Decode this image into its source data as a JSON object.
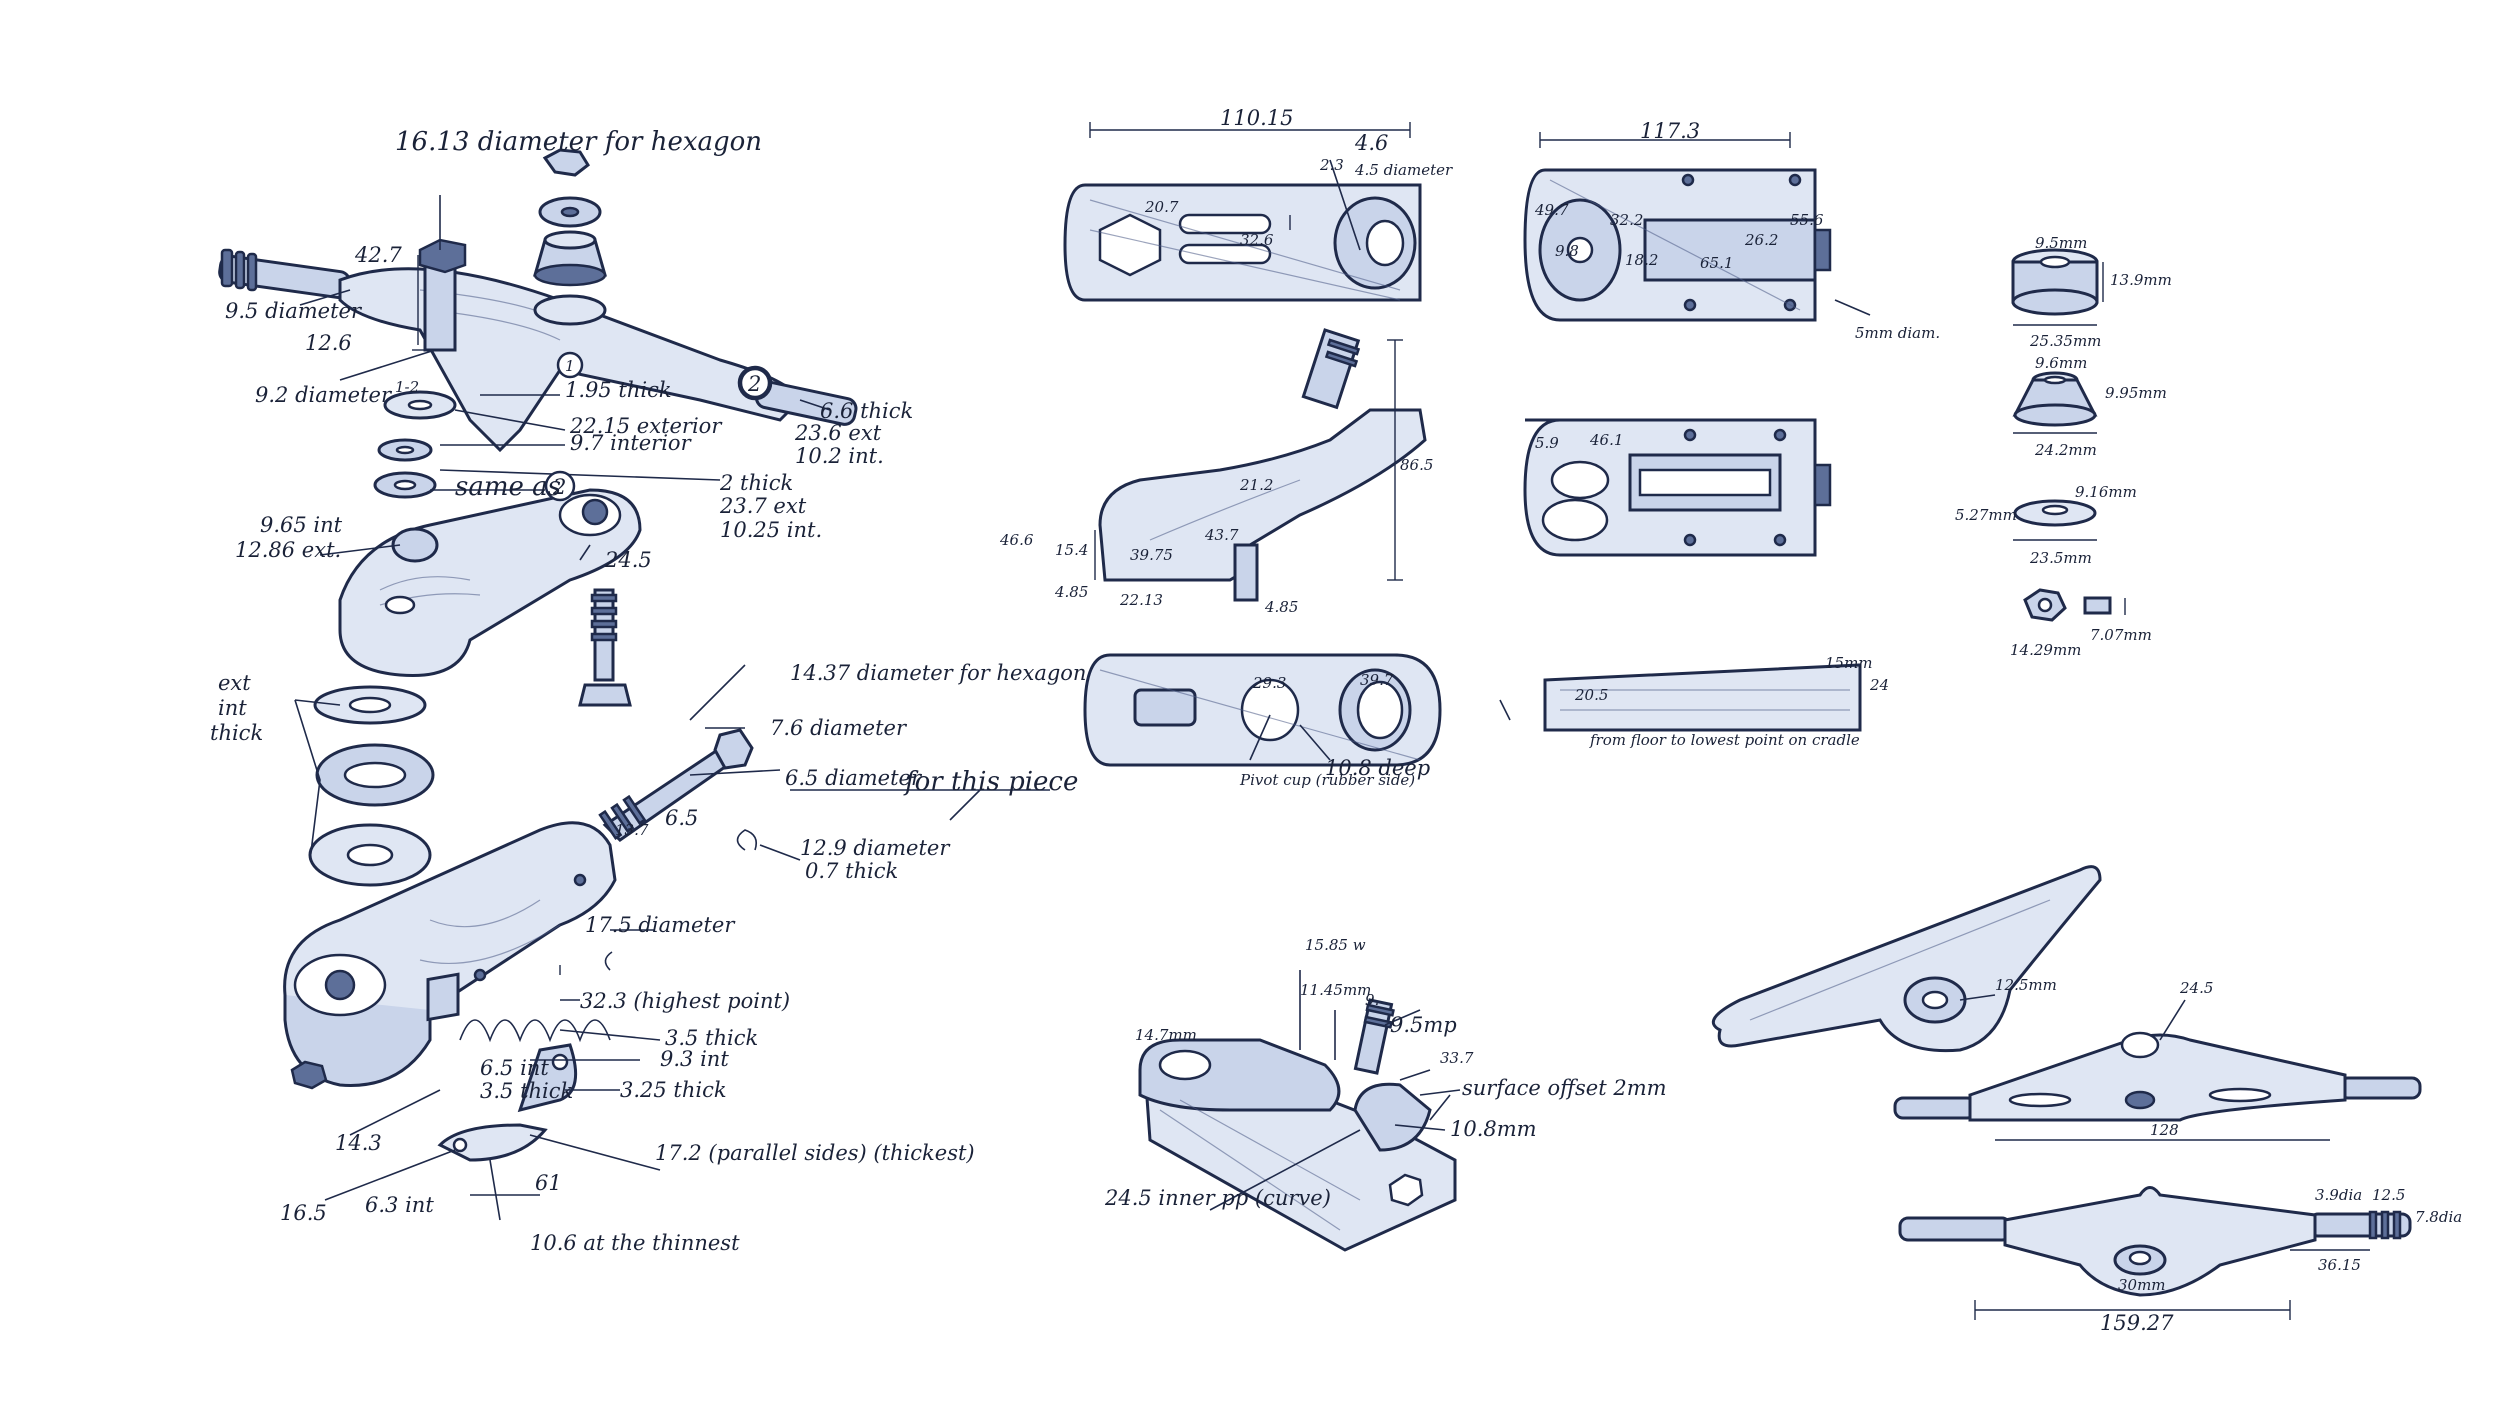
{
  "exploded_view": {
    "labels": {
      "hex_diameter": "16.13 diameter for hexagon",
      "d42_7": "42.7",
      "d9_5": "9.5 diameter",
      "d12_6": "12.6",
      "d9_2": "9.2 diameter",
      "d1_2": "1-2",
      "d1_95": "1.95 thick",
      "d22_15": "22.15 exterior",
      "d9_7": "9.7 interior",
      "d6_6": "6.6 thick",
      "d23_6": "23.6 ext",
      "d10_2": "10.2 int.",
      "d2_thick": "2 thick",
      "same_as": "same as",
      "d23_7": "23.7 ext",
      "d10_25": "10.25 int.",
      "d9_65": "9.65 int",
      "d12_86": "12.86 ext.",
      "d24_5": "24.5",
      "ext": "ext",
      "int": "int",
      "thick": "thick",
      "d14_37": "14.37 diameter for hexagon",
      "d7_6": "7.6 diameter",
      "d6_5dia": "6.5 diameter",
      "for_piece": "for this piece",
      "d13_7": "13.7",
      "d6_5": "6.5",
      "d12_9": "12.9 diameter",
      "d0_7": "0.7 thick",
      "d17_5": "17.5 diameter",
      "d32_3": "32.3 (highest point)",
      "d3_5": "3.5 thick",
      "d6_5int": "6.5 int",
      "d3_5thick": "3.5 thick",
      "d9_3": "9.3 int",
      "d3_25": "3.25 thick",
      "d14_3": "14.3",
      "d17_2": "17.2 (parallel sides) (thickest)",
      "d16_5": "16.5",
      "d6_3": "6.3 int",
      "d61": "61",
      "d10_6": "10.6 at the thinnest",
      "circle1": "1",
      "circle2": "2"
    }
  },
  "top_views": {
    "labels": {
      "w110": "110.15",
      "d2_3": "2.3",
      "d4_6": "4.6",
      "d4_5": "4.5 diameter",
      "d20_7": "20.7",
      "d32_6": "32.6",
      "w117": "117.3",
      "d49_7": "49.7",
      "d32_2": "32.2",
      "d55_6": "55.6",
      "d26_2": "26.2",
      "d65_1": "65.1",
      "d9_8": "9.8",
      "d18": "18.2",
      "d5mm": "5mm diam.",
      "d86_5": "86.5",
      "d21_2": "21.2",
      "d46_6": "46.6",
      "d15_4": "15.4",
      "d39_75": "39.75",
      "d4_85a": "4.85",
      "d22_13": "22.13",
      "d4_85b": "4.85",
      "d43_7": "43.7",
      "d5_9": "5.9",
      "d46_1": "46.1",
      "d20_5": "20.5",
      "d15mm": "15mm",
      "d24": "24",
      "note_tall": "from floor to lowest point on cradle",
      "pivot": "Pivot cup (rubber side)",
      "d10_8dep": "10.8 deep",
      "d29_3": "29.3",
      "d39_7": "39.7"
    }
  },
  "bushings": {
    "labels": {
      "b1_top": "9.5mm",
      "b1_side": "13.9mm",
      "b1_bot": "25.35mm",
      "b2_top": "9.6mm",
      "b2_side": "9.95mm",
      "b2_bot": "24.2mm",
      "w_top": "9.16mm",
      "w_side": "5.27mm",
      "w_bot": "23.5mm",
      "nut": "14.29mm",
      "nut2": "7.07mm"
    }
  },
  "baseplate_perspective": {
    "labels": {
      "d15_85": "15.85 w",
      "d11_45": "11.45mm",
      "d9": "9.",
      "d9_5mp": "9.5mp",
      "d33": "33.7",
      "surface": "surface offset 2mm",
      "d10_8": "10.8mm",
      "d14_7": "14.7mm",
      "d24_5": "24.5 inner pp (curve)"
    }
  },
  "hanger_views": {
    "labels": {
      "d12_5": "12.5mm",
      "d24_5": "24.5",
      "d128": "128",
      "d39": "3.9dia",
      "d12_5b": "12.5",
      "d7_8": "7.8dia",
      "d36_15": "36.15",
      "d30mm": "30mm",
      "d159": "159.27"
    }
  }
}
